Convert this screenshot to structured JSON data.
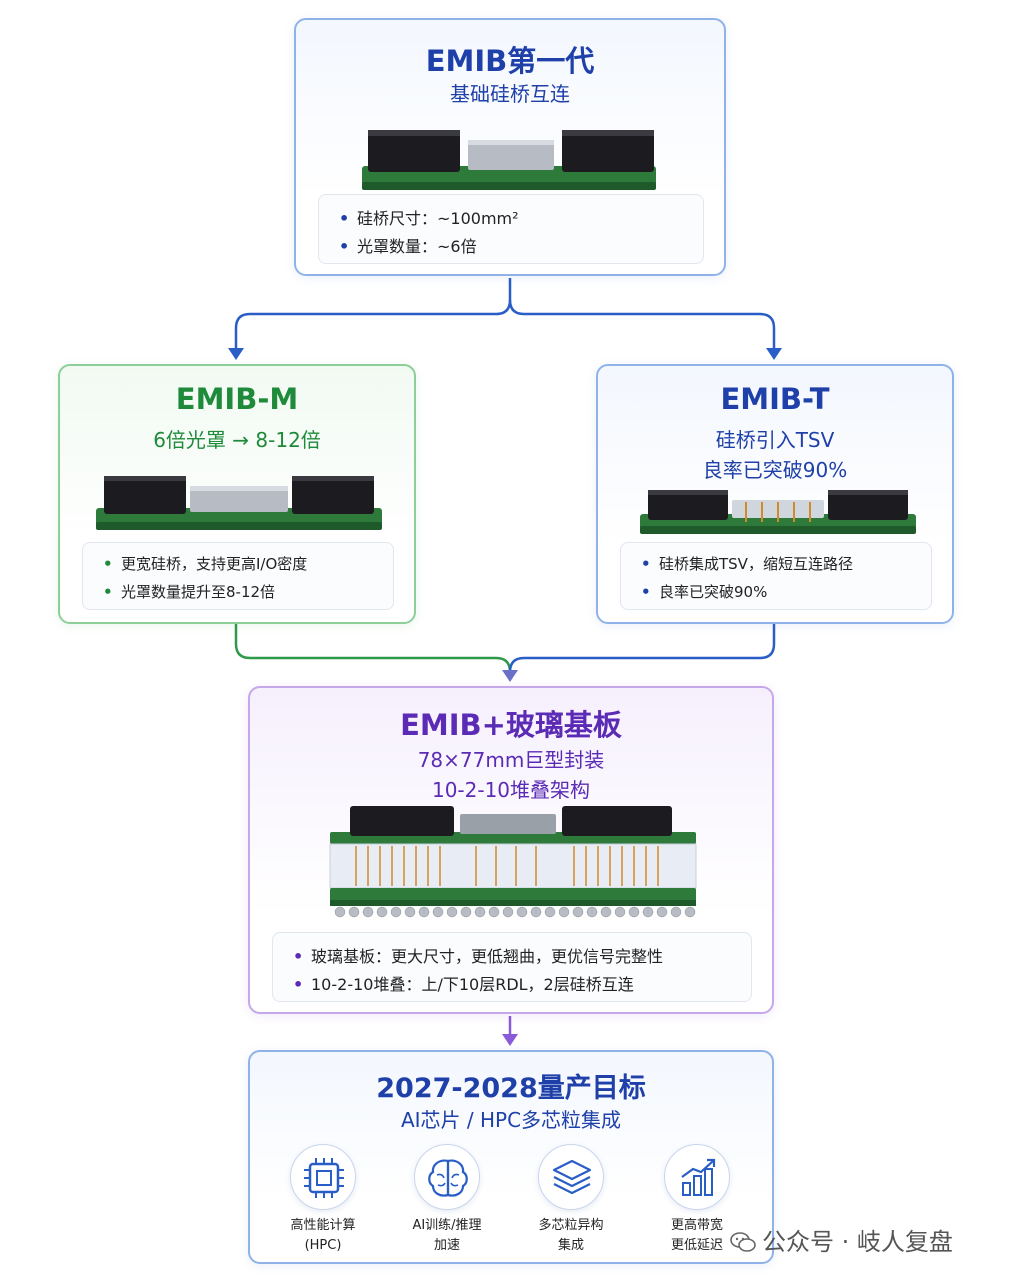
{
  "colors": {
    "blue": "#1e40a8",
    "green": "#1f8a3a",
    "purple": "#5b2bb5",
    "arrow_blue": "#2a5ec7",
    "arrow_green": "#2f9a4a",
    "arrow_purple": "#8a5bd8"
  },
  "gen1": {
    "title": "EMIB第一代",
    "subtitle": "基础硅桥互连",
    "bullets": [
      "硅桥尺寸：~100mm²",
      "光罩数量：~6倍"
    ]
  },
  "emib_m": {
    "title": "EMIB-M",
    "subtitle": "6倍光罩 → 8-12倍",
    "bullets": [
      "更宽硅桥，支持更高I/O密度",
      "光罩数量提升至8-12倍"
    ]
  },
  "emib_t": {
    "title": "EMIB-T",
    "subtitle_1": "硅桥引入TSV",
    "subtitle_2": "良率已突破90%",
    "bullets": [
      "硅桥集成TSV，缩短互连路径",
      "良率已突破90%"
    ]
  },
  "glass": {
    "title": "EMIB+玻璃基板",
    "subtitle_1": "78×77mm巨型封装",
    "subtitle_2": "10-2-10堆叠架构",
    "bullets": [
      "玻璃基板：更大尺寸，更低翘曲，更优信号完整性",
      "10-2-10堆叠：上/下10层RDL，2层硅桥互连"
    ]
  },
  "target": {
    "title": "2027-2028量产目标",
    "subtitle": "AI芯片 / HPC多芯粒集成",
    "apps": [
      {
        "icon": "chip-icon",
        "line1": "高性能计算",
        "line2": "(HPC)"
      },
      {
        "icon": "brain-icon",
        "line1": "AI训练/推理",
        "line2": "加速"
      },
      {
        "icon": "layers-icon",
        "line1": "多芯粒异构",
        "line2": "集成"
      },
      {
        "icon": "bar-chart-icon",
        "line1": "更高带宽",
        "line2": "更低延迟"
      }
    ]
  },
  "watermark": "公众号 · 岐人复盘"
}
